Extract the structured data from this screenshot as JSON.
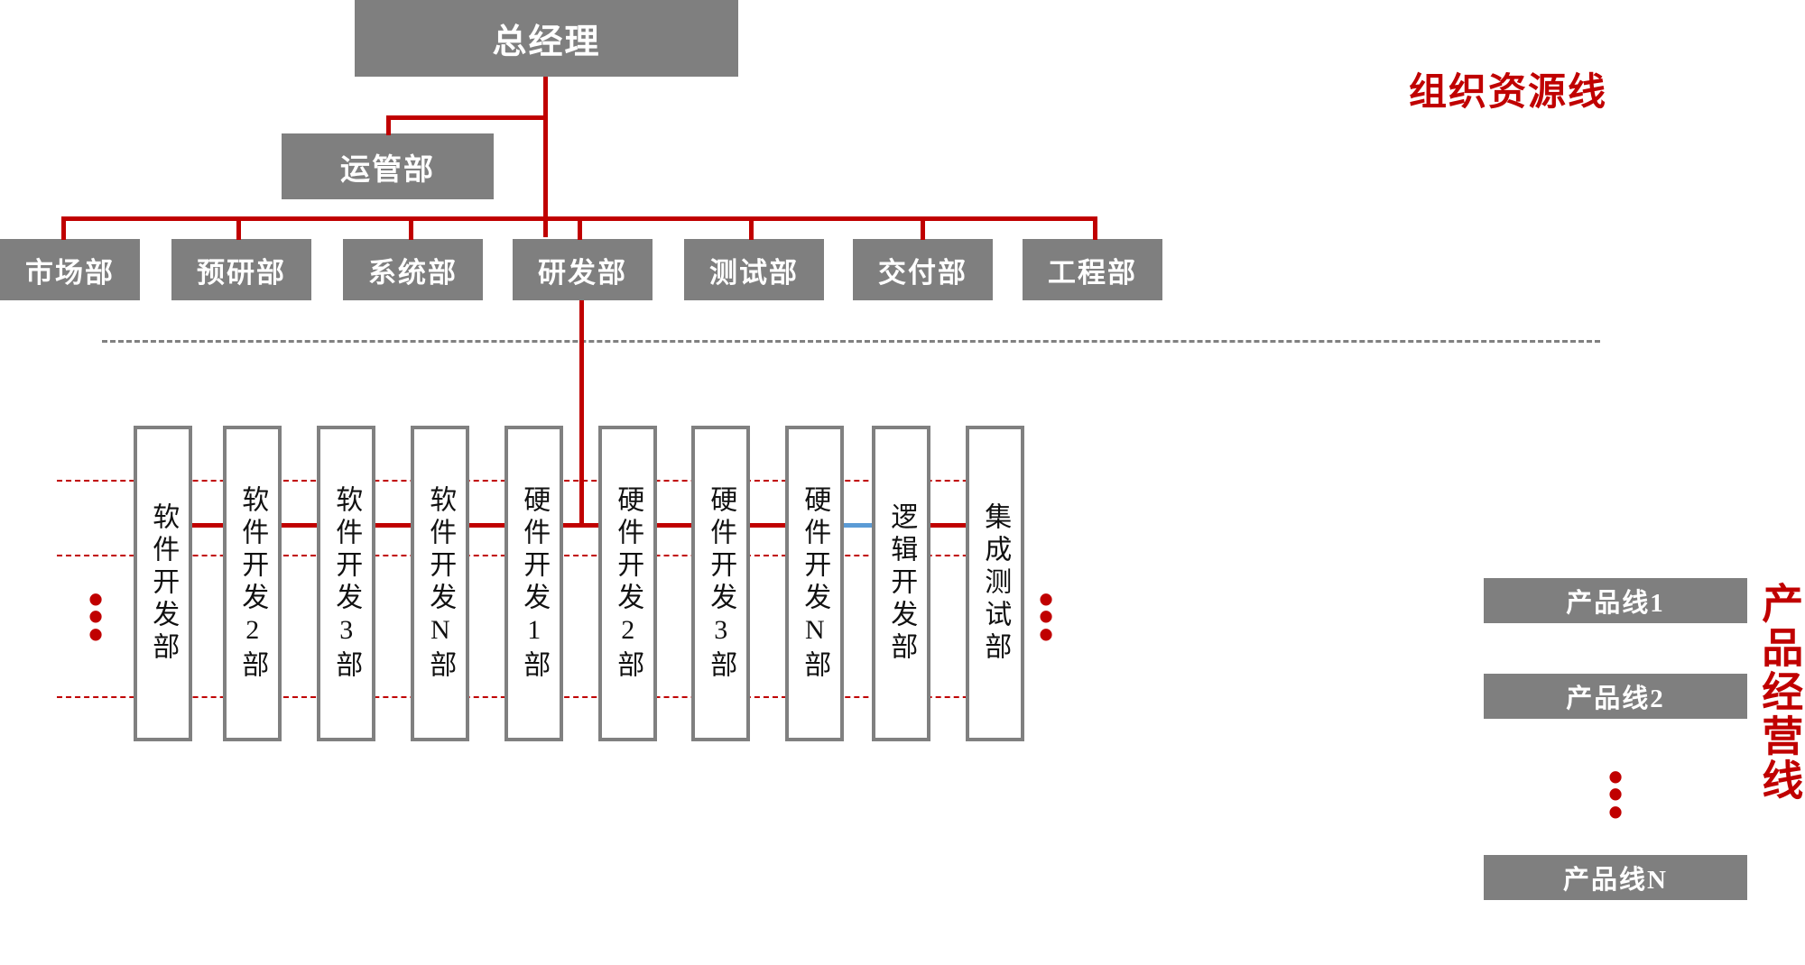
{
  "colors": {
    "box_fill": "#7f7f7f",
    "box_text": "#ffffff",
    "connector_red": "#c00000",
    "connector_blue": "#5b9bd5",
    "vbox_border": "#808080",
    "vbox_text": "#111111",
    "accent_red": "#c00000",
    "background": "#ffffff"
  },
  "top": {
    "general_manager": "总经理",
    "ops_dept": "运管部"
  },
  "departments": [
    {
      "label": "市场部"
    },
    {
      "label": "预研部"
    },
    {
      "label": "系统部"
    },
    {
      "label": "研发部"
    },
    {
      "label": "测试部"
    },
    {
      "label": "交付部"
    },
    {
      "label": "工程部"
    }
  ],
  "teams": [
    {
      "label": "软件开发部"
    },
    {
      "label": "软件开发2部"
    },
    {
      "label": "软件开发3部"
    },
    {
      "label": "软件开发N部"
    },
    {
      "label": "硬件开发1部"
    },
    {
      "label": "硬件开发2部"
    },
    {
      "label": "硬件开发3部"
    },
    {
      "label": "硬件开发N部"
    },
    {
      "label": "逻辑开发部"
    },
    {
      "label": "集成测试部"
    }
  ],
  "product_lines": [
    {
      "label": "产品线1"
    },
    {
      "label": "产品线2"
    },
    {
      "label": "产品线N"
    }
  ],
  "annotations": {
    "org_resource_line": "组织资源线",
    "product_business_line": "产品经营线"
  },
  "ellipsis": {
    "glyph": "•",
    "left_teams": "•",
    "right_teams": "•",
    "product_lines": "•"
  }
}
